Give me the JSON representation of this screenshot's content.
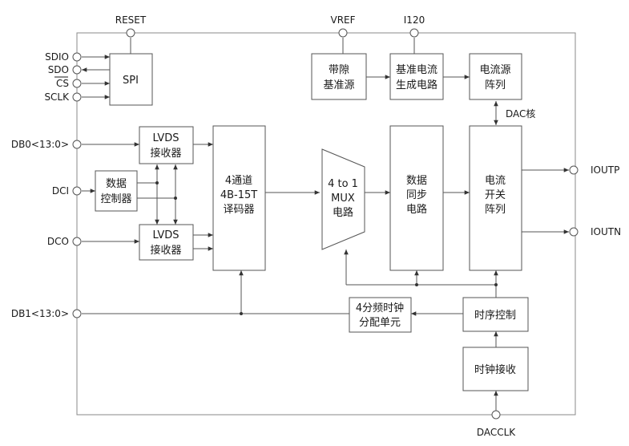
{
  "diagram": {
    "pins": {
      "reset": "RESET",
      "vref": "VREF",
      "i120": "I120",
      "sdio": "SDIO",
      "sdo": "SDO",
      "cs": "CS",
      "sclk": "SCLK",
      "db0": "DB0<13:0>",
      "dci": "DCI",
      "dco": "DCO",
      "db1": "DB1<13:0>",
      "ioutp": "IOUTP",
      "ioutn": "IOUTN",
      "dacclk": "DACCLK"
    },
    "blocks": {
      "spi": [
        "SPI"
      ],
      "bandgap": [
        "带隙",
        "基准源"
      ],
      "ref_current": [
        "基准电流",
        "生成电路"
      ],
      "current_source_array": [
        "电流源",
        "阵列"
      ],
      "lvds_rx_top": [
        "LVDS",
        "接收器"
      ],
      "data_controller": [
        "数据",
        "控制器"
      ],
      "lvds_rx_bottom": [
        "LVDS",
        "接收器"
      ],
      "decoder": [
        "4通道",
        "4B-15T",
        "译码器"
      ],
      "mux": [
        "4 to 1",
        "MUX",
        "电路"
      ],
      "data_sync": [
        "数据",
        "同步",
        "电路"
      ],
      "current_switch_array": [
        "电流",
        "开关",
        "阵列"
      ],
      "clock_divider": [
        "4分频时钟",
        "分配单元"
      ],
      "timing_control": [
        "时序控制"
      ],
      "clock_receiver": [
        "时钟接收"
      ]
    },
    "annotations": {
      "dac_core": "DAC核"
    }
  }
}
